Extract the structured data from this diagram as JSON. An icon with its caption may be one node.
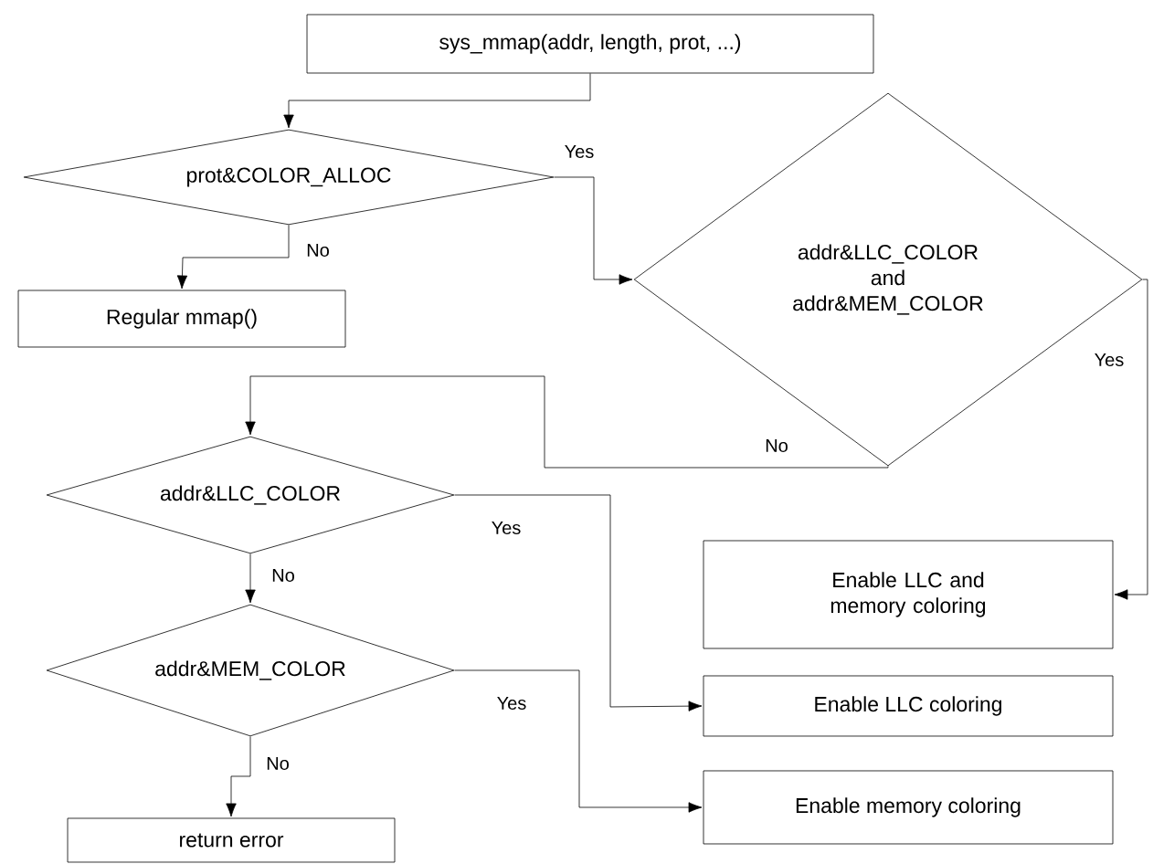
{
  "diagram": {
    "nodes": [
      {
        "text": [
          "sys_mmap(addr, length, prot, ...)"
        ]
      },
      {
        "text": [
          "prot&COLOR_ALLOC"
        ]
      },
      {
        "text": [
          "Regular mmap()"
        ]
      },
      {
        "text": [
          "addr&LLC_COLOR and addr&MEM_COLOR"
        ]
      },
      {
        "text": [
          "addr&LLC_COLOR"
        ]
      },
      {
        "text": [
          "addr&MEM_COLOR"
        ]
      },
      {
        "text": [
          "return error"
        ]
      },
      {
        "text": [
          "Enable LLC and memory coloring"
        ]
      },
      {
        "text": [
          "Enable LLC coloring"
        ]
      },
      {
        "text": [
          "Enable memory coloring"
        ]
      }
    ],
    "edges": [
      {
        "from": 0,
        "to": 1,
        "arrow": "to"
      },
      {
        "from": 1,
        "to": 3,
        "arrow": "to",
        "label": "Yes"
      },
      {
        "from": 1,
        "to": 2,
        "arrow": "to",
        "label": "No"
      },
      {
        "from": 3,
        "to": 4,
        "arrow": "to",
        "label": "No"
      },
      {
        "from": 3,
        "to": 7,
        "arrow": "to",
        "label": "Yes"
      },
      {
        "from": 4,
        "to": 8,
        "arrow": "to",
        "label": "Yes"
      },
      {
        "from": 4,
        "to": 5,
        "arrow": "to",
        "label": "No"
      },
      {
        "from": 5,
        "to": 9,
        "arrow": "to",
        "label": "Yes"
      },
      {
        "from": 5,
        "to": 6,
        "arrow": "to",
        "label": "No"
      }
    ]
  }
}
